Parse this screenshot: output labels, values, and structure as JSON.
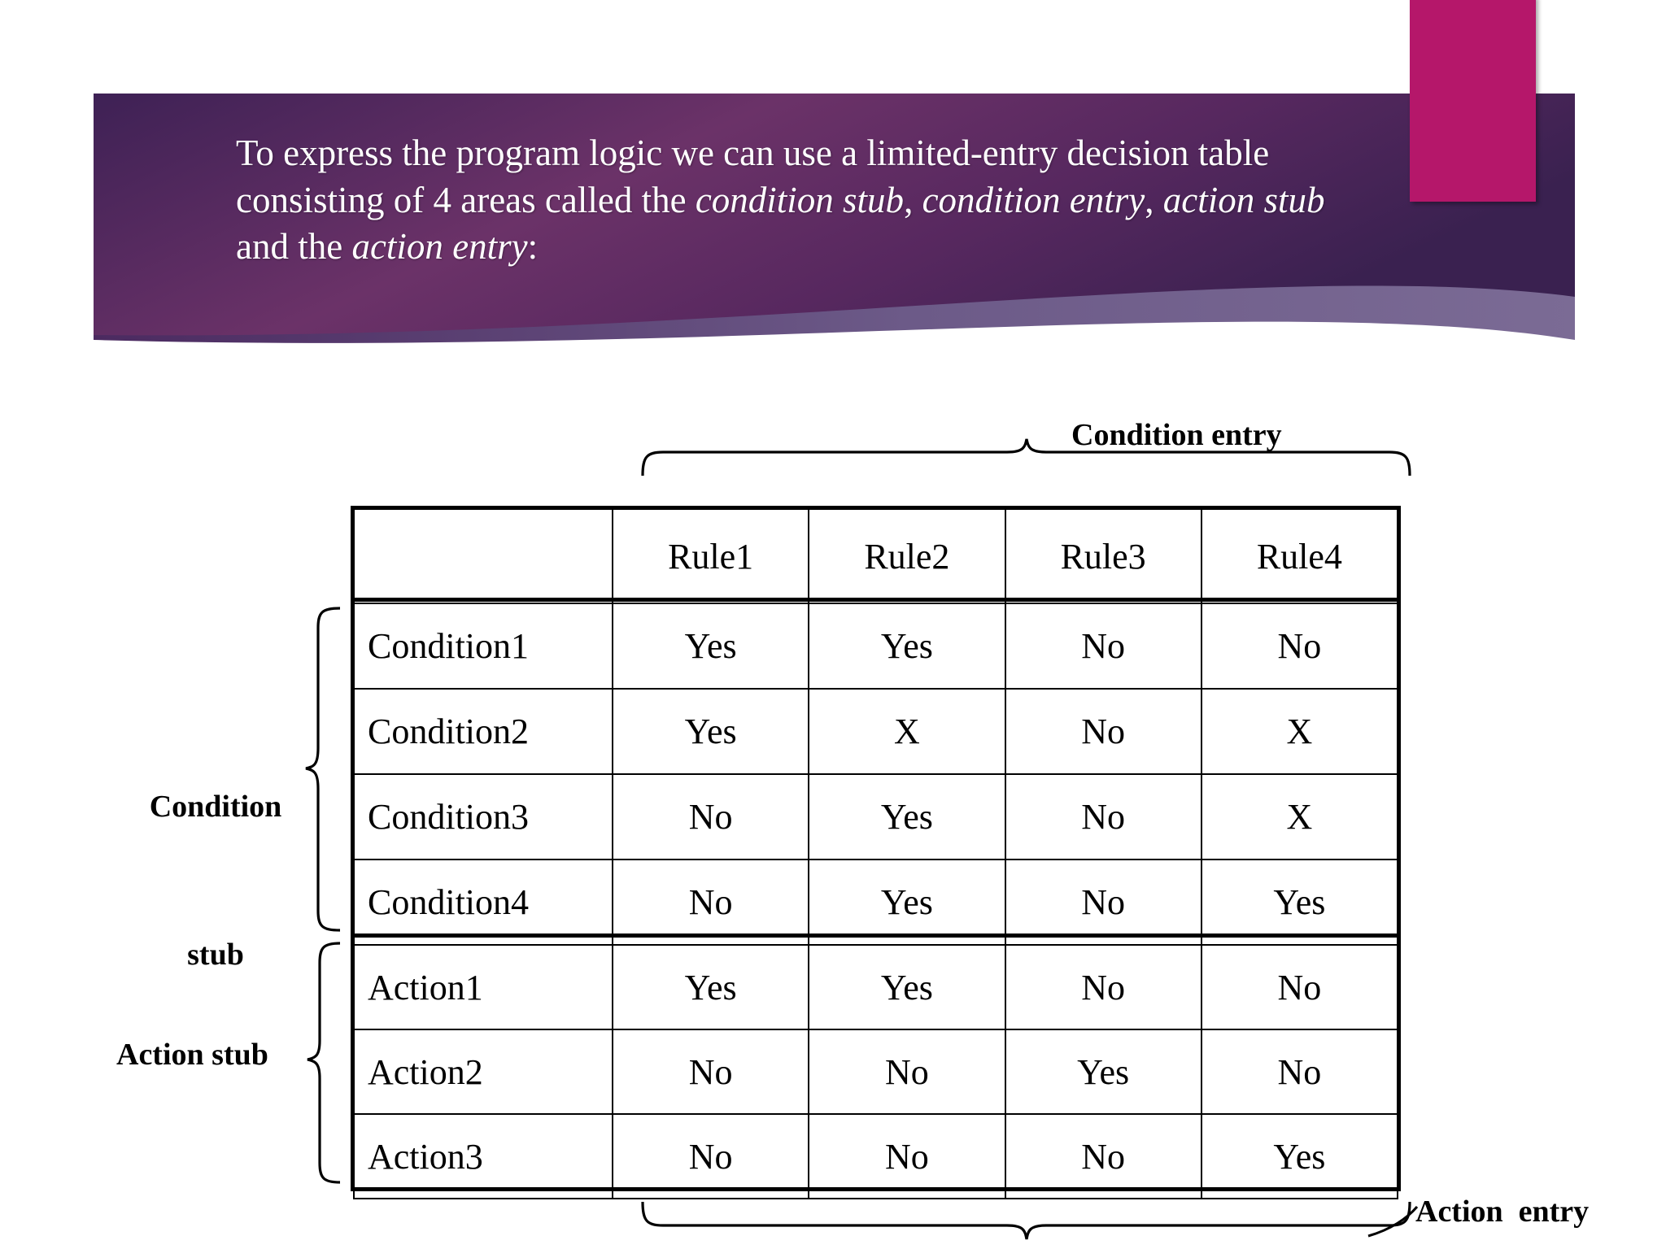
{
  "slide": {
    "banner": {
      "text_plain": "To express the program logic we can use a limited-entry decision table consisting of 4 areas called the condition stub, condition entry, action stub and the action entry:",
      "segments": [
        {
          "text": "To express the program logic we can use a limited-entry decision table consisting of 4 areas called the ",
          "italic": false
        },
        {
          "text": "condition stub",
          "italic": true
        },
        {
          "text": ", ",
          "italic": false
        },
        {
          "text": "condition entry",
          "italic": true
        },
        {
          "text": ", ",
          "italic": false
        },
        {
          "text": "action stub",
          "italic": true
        },
        {
          "text": " and the ",
          "italic": false
        },
        {
          "text": "action entry",
          "italic": true
        },
        {
          "text": ":",
          "italic": false
        }
      ],
      "bg_color_dark": "#3E2155",
      "bg_color_mid": "#6B3268",
      "bg_color_light": "#6E5A85",
      "accent_color": "#B5176A",
      "text_color": "#FFFFFF"
    },
    "labels": {
      "condition_entry": "Condition entry",
      "action_entry": "Action  entry",
      "condition_stub_line1": "Condition",
      "condition_stub_line2": "stub",
      "action_stub": "Action stub"
    }
  },
  "chart_data": {
    "type": "table",
    "title": "Limited-entry decision table",
    "columns": [
      "",
      "Rule1",
      "Rule2",
      "Rule3",
      "Rule4"
    ],
    "sections": [
      {
        "name": "Condition stub / Condition entry",
        "rows": [
          {
            "stub": "Condition1",
            "values": [
              "Yes",
              "Yes",
              "No",
              "No"
            ]
          },
          {
            "stub": "Condition2",
            "values": [
              "Yes",
              "X",
              "No",
              "X"
            ]
          },
          {
            "stub": "Condition3",
            "values": [
              "No",
              "Yes",
              "No",
              "X"
            ]
          },
          {
            "stub": "Condition4",
            "values": [
              "No",
              "Yes",
              "No",
              "Yes"
            ]
          }
        ]
      },
      {
        "name": "Action stub / Action entry",
        "rows": [
          {
            "stub": "Action1",
            "values": [
              "Yes",
              "Yes",
              "No",
              "No"
            ]
          },
          {
            "stub": "Action2",
            "values": [
              "No",
              "No",
              "Yes",
              "No"
            ]
          },
          {
            "stub": "Action3",
            "values": [
              "No",
              "No",
              "No",
              "Yes"
            ]
          }
        ]
      }
    ]
  }
}
